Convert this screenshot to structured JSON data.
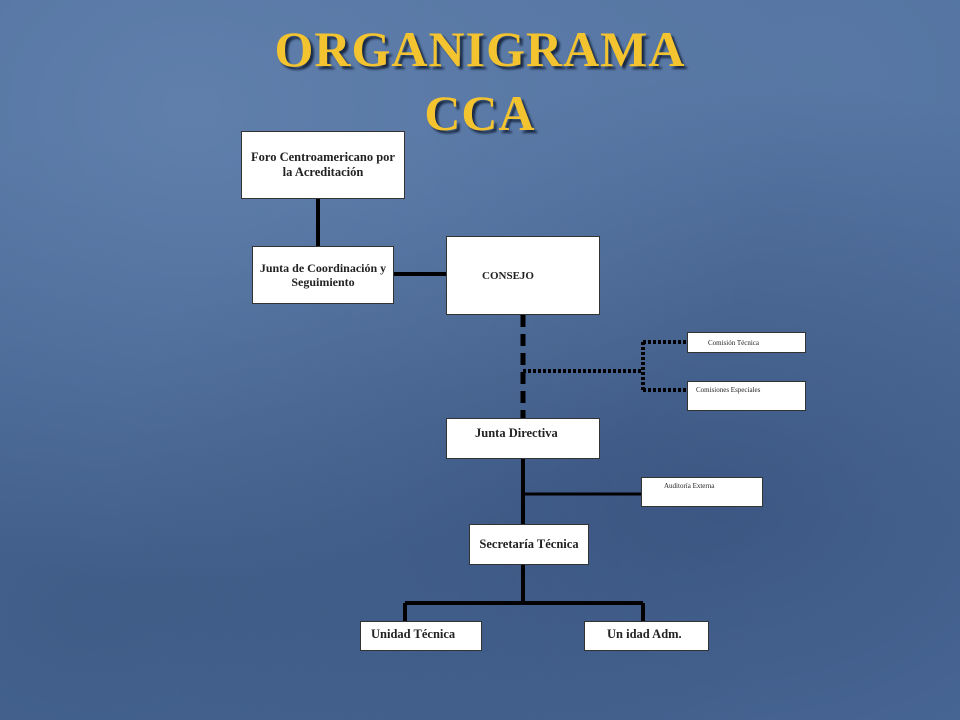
{
  "title": {
    "line1": "ORGANIGRAMA",
    "line2": "CCA",
    "color": "#f4c430"
  },
  "nodes": {
    "foro": "Foro Centroamericano por la Acreditación",
    "junta_coordinacion": "Junta de Coordinación y Seguimiento",
    "consejo": "CONSEJO",
    "comision_tecnica": "Comisión Técnica",
    "comisiones_especiales": "Comisiones Especiales",
    "junta_directiva": "Junta Directiva",
    "auditoria_externa": "Auditoría Externa",
    "secretaria_tecnica": "Secretaría Técnica",
    "unidad_tecnica": "Unidad Técnica",
    "unidad_adm": "Un idad Adm."
  },
  "colors": {
    "background": "#4d6d9c",
    "box": "#ffffff",
    "line": "#000000"
  }
}
